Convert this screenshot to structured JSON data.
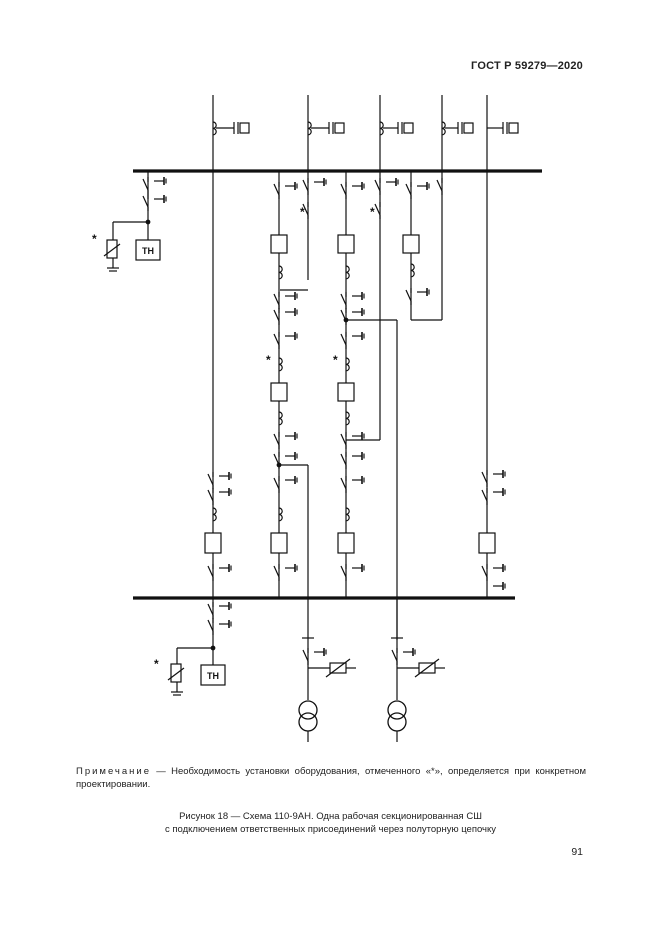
{
  "header": {
    "standard": "ГОСТ Р 59279—2020"
  },
  "diagram": {
    "vt_label": "ТН",
    "asterisk": "*"
  },
  "note": {
    "lead": "Примечание",
    "text": " — Необходимость установки оборудования, отмеченного «*», определяется при конкретном проектировании."
  },
  "caption": {
    "line1": "Рисунок 18 — Схема 110-9АН. Одна рабочая секционированная СШ",
    "line2": "с подключением ответственных присоединений через полуторную цепочку"
  },
  "page_number": "91"
}
